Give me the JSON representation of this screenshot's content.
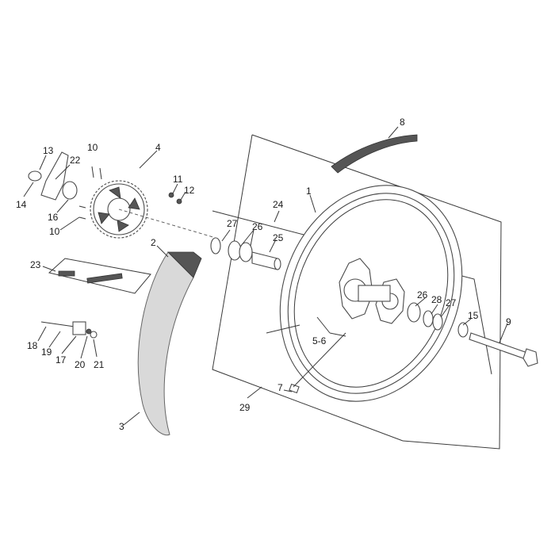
{
  "labels": {
    "n1": "1",
    "n2": "2",
    "n3": "3",
    "n4": "4",
    "n56": "5-6",
    "n7": "7",
    "n8": "8",
    "n9": "9",
    "n10a": "10",
    "n10b": "10",
    "n11": "11",
    "n12": "12",
    "n13": "13",
    "n14": "14",
    "n15": "15",
    "n16": "16",
    "n17": "17",
    "n18": "18",
    "n19": "19",
    "n20": "20",
    "n21": "21",
    "n22": "22",
    "n23": "23",
    "n24": "24",
    "n25": "25",
    "n26a": "26",
    "n26b": "26",
    "n27a": "27",
    "n27b": "27",
    "n28": "28",
    "n29": "29"
  },
  "colors": {
    "line": "#3a3a3a",
    "part_fill": "#ffffff",
    "tyre_fill": "#d9d9d9",
    "dark_part": "#555555"
  }
}
